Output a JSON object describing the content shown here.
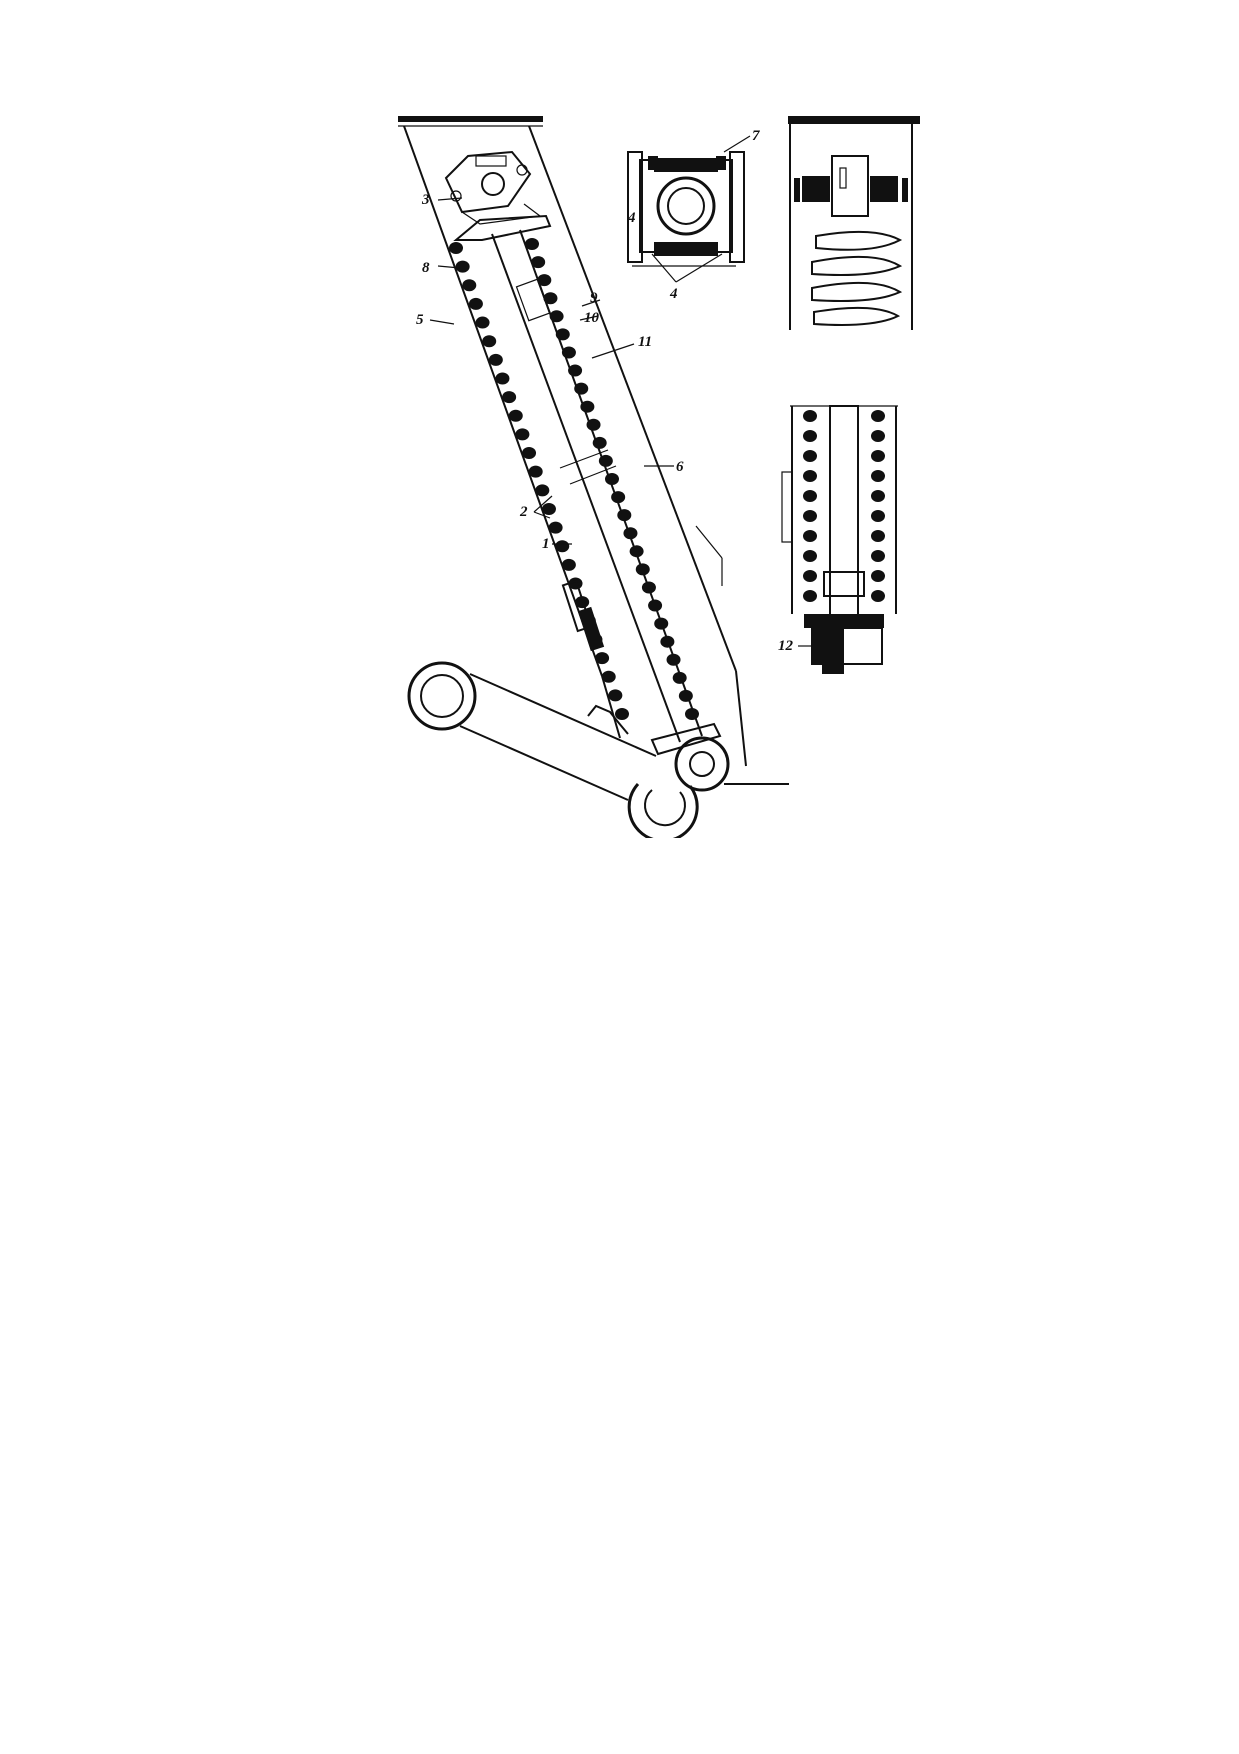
{
  "callouts": {
    "c1": "1",
    "c2": "2",
    "c3": "3",
    "c4a": "4",
    "c4b": "4",
    "c5": "5",
    "c6": "6",
    "c7": "7",
    "c8": "8",
    "c9": "9",
    "c10": "10",
    "c11": "11",
    "c12": "12"
  },
  "colors": {
    "ink": "#111111",
    "background": "#ffffff"
  }
}
